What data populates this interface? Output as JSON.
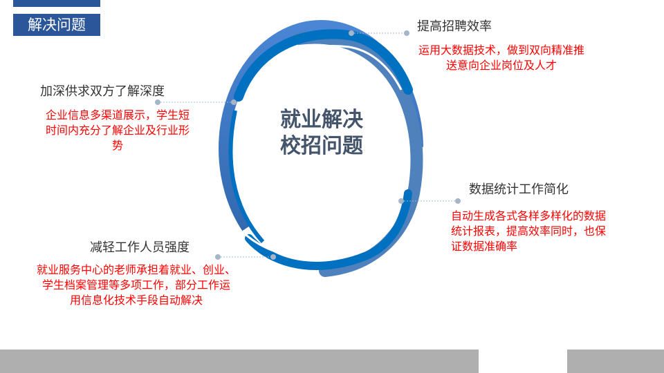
{
  "header": {
    "title": "解决问题",
    "accent_color": "#2B579A"
  },
  "center": {
    "line1": "就业解决",
    "line2": "校招问题"
  },
  "items": [
    {
      "heading": "提高招聘效率",
      "desc_lines": [
        "运用大数据技术，做到双向精准推",
        "送意向企业岗位及人才"
      ]
    },
    {
      "heading": "加深供求双方了解深度",
      "desc_lines": [
        "企业信息多渠道展示，学生短",
        "时间内充分了解企业及行业形",
        "势"
      ]
    },
    {
      "heading": "数据统计工作简化",
      "desc_lines": [
        "自动生成各式各样多样化的数据",
        "统计报表，提高效率同时，也保",
        "证数据准确率"
      ]
    },
    {
      "heading": "减轻工作人员强度",
      "desc_lines": [
        "就业服务中心的老师承担着就业、创业、",
        "学生档案管理等多项工作，部分工作运",
        "用信息化技术手段自动解决"
      ]
    }
  ],
  "colors": {
    "ring_dark": "#0070C0",
    "ring_mid": "#4F81BD",
    "desc_text": "#FF0000",
    "center_text": "#44546A",
    "footer_bar": "#AFAFAF"
  }
}
